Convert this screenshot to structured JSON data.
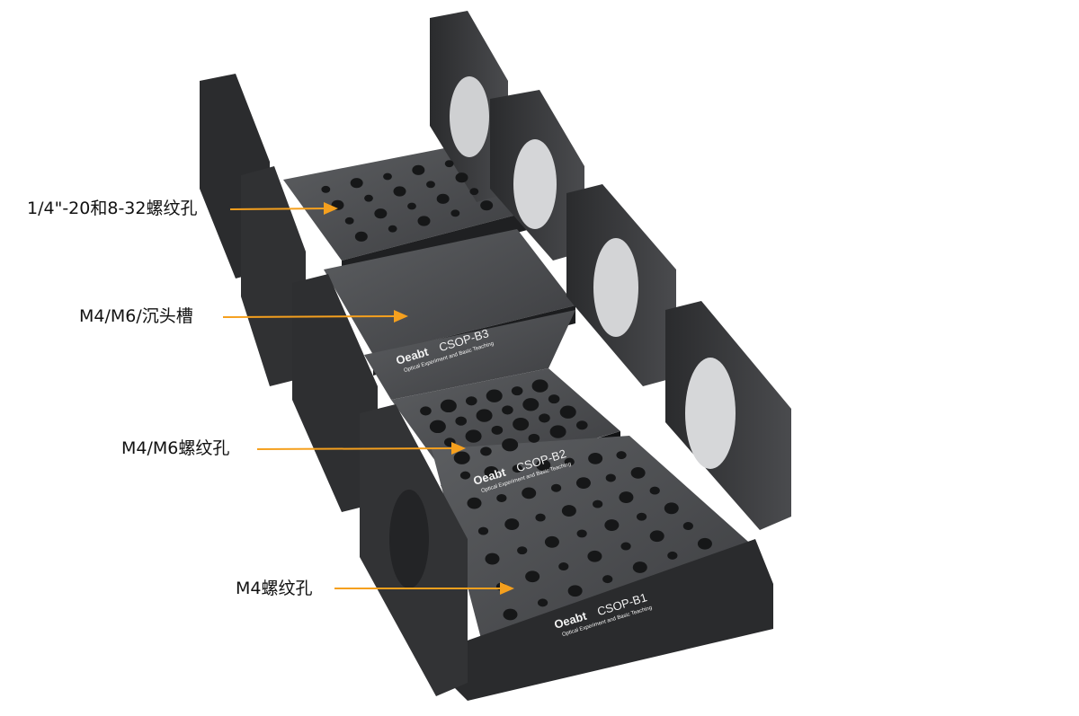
{
  "annotations": [
    {
      "label": "1/4\"-20和8-32螺纹孔"
    },
    {
      "label": "M4/M6/沉头槽"
    },
    {
      "label": "M4/M6螺纹孔"
    },
    {
      "label": "M4螺纹孔"
    }
  ],
  "products": [
    {
      "brand": "Oeabt",
      "model": "CSOP-B3",
      "tagline": "Optical Experiment and Basic Teaching"
    },
    {
      "brand": "Oeabt",
      "model": "CSOP-B2",
      "tagline": "Optical Experiment and Basic Teaching"
    },
    {
      "brand": "Oeabt",
      "model": "CSOP-B1",
      "tagline": "Optical Experiment and Basic Teaching"
    }
  ],
  "colors": {
    "arrow": "#f5a01e",
    "metal": "#3a3b3d",
    "metal_light": "#5a5c5f",
    "metal_dark": "#1f2022"
  }
}
